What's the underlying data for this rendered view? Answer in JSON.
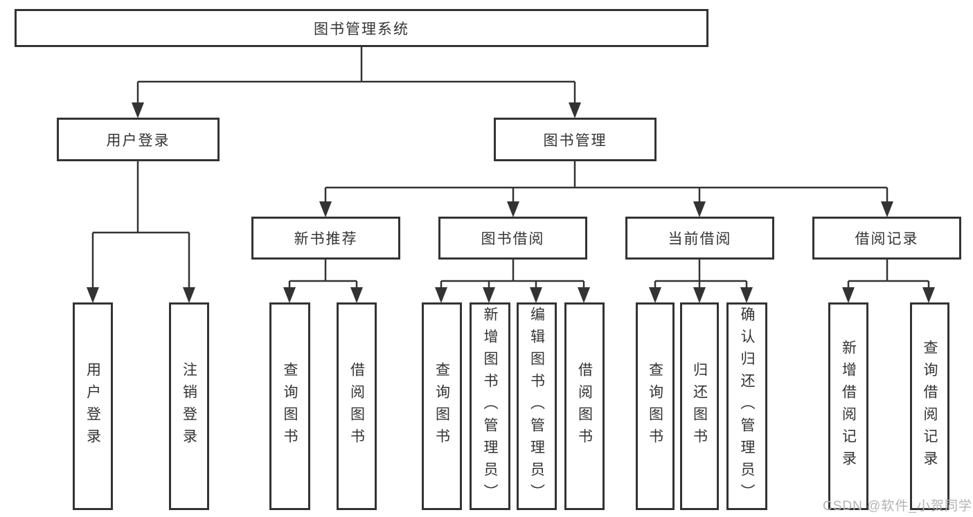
{
  "diagram": {
    "type": "hierarchy-tree",
    "watermark": "CSDN @软件_小贺同学",
    "colors": {
      "line": "#333333",
      "box_border": "#333333",
      "text": "#333333",
      "background": "#ffffff",
      "watermark": "#b3b3b3"
    },
    "nodes": {
      "root": {
        "label": "图书管理系统"
      },
      "user_login": {
        "label": "用户登录"
      },
      "book_management": {
        "label": "图书管理"
      },
      "new_book_recommend": {
        "label": "新书推荐"
      },
      "book_borrowing": {
        "label": "图书借阅"
      },
      "current_borrowing": {
        "label": "当前借阅"
      },
      "borrowing_records": {
        "label": "借阅记录"
      },
      "leaf_user_login": {
        "label": "用户登录"
      },
      "leaf_logout": {
        "label": "注销登录"
      },
      "leaf_query_books_recommend": {
        "label": "查询图书"
      },
      "leaf_borrow_books_recommend": {
        "label": "借阅图书"
      },
      "leaf_query_books_borrowing": {
        "label": "查询图书"
      },
      "leaf_add_books_admin": {
        "label": "新增图书（管理员）"
      },
      "leaf_edit_books_admin": {
        "label": "编辑图书（管理员）"
      },
      "leaf_borrow_books_borrowing": {
        "label": "借阅图书"
      },
      "leaf_query_books_current": {
        "label": "查询图书"
      },
      "leaf_return_books": {
        "label": "归还图书"
      },
      "leaf_confirm_return_admin": {
        "label": "确认归还（管理员）"
      },
      "leaf_add_borrow_record": {
        "label": "新增借阅记录"
      },
      "leaf_query_borrow_record": {
        "label": "查询借阅记录"
      }
    },
    "edges": [
      "root->user_login",
      "root->book_management",
      "user_login->leaf_user_login",
      "user_login->leaf_logout",
      "book_management->new_book_recommend",
      "book_management->book_borrowing",
      "book_management->current_borrowing",
      "book_management->borrowing_records",
      "new_book_recommend->leaf_query_books_recommend",
      "new_book_recommend->leaf_borrow_books_recommend",
      "book_borrowing->leaf_query_books_borrowing",
      "book_borrowing->leaf_add_books_admin",
      "book_borrowing->leaf_edit_books_admin",
      "book_borrowing->leaf_borrow_books_borrowing",
      "current_borrowing->leaf_query_books_current",
      "current_borrowing->leaf_return_books",
      "current_borrowing->leaf_confirm_return_admin",
      "borrowing_records->leaf_add_borrow_record",
      "borrowing_records->leaf_query_borrow_record"
    ]
  }
}
